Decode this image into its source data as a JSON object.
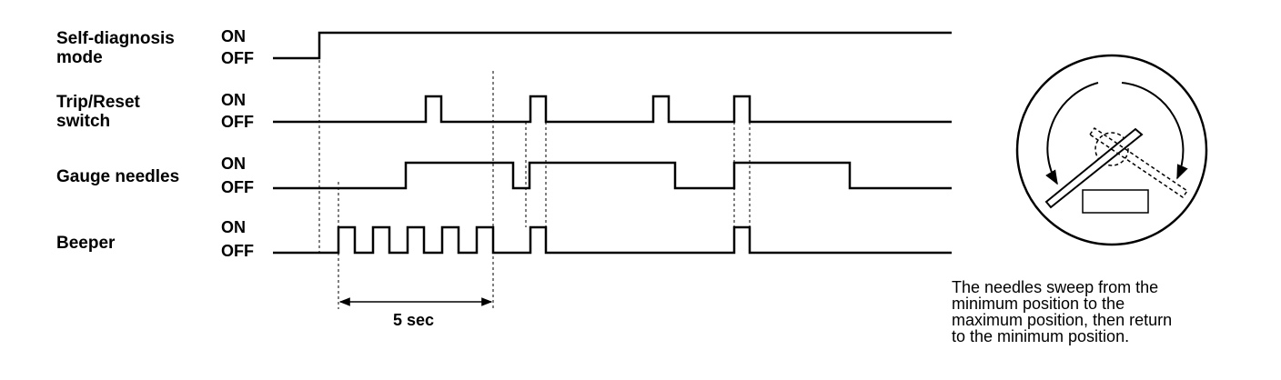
{
  "signals": [
    {
      "name": "Self-diagnosis",
      "name2": "mode",
      "on": "ON",
      "off": "OFF"
    },
    {
      "name": "Trip/Reset",
      "name2": "switch",
      "on": "ON",
      "off": "OFF"
    },
    {
      "name": "Gauge needles",
      "name2": "",
      "on": "ON",
      "off": "OFF"
    },
    {
      "name": "Beeper",
      "name2": "",
      "on": "ON",
      "off": "OFF"
    }
  ],
  "duration_label": "5 sec",
  "caption_lines": [
    "The needles sweep from the",
    "minimum position to the",
    "maximum position, then return",
    "to the minimum position."
  ]
}
